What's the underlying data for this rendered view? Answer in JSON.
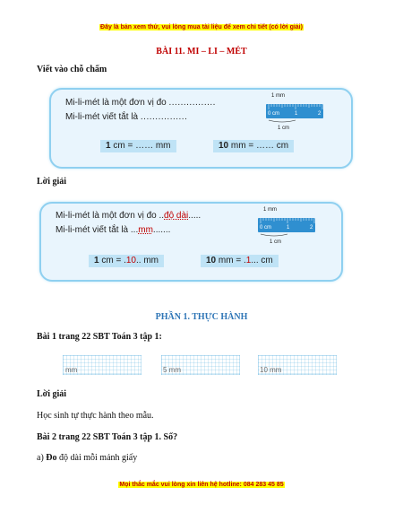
{
  "banner_top": "Đây là bản xem thử, vui lòng mua tài liệu để xem chi tiết (có lời giải)",
  "title": "BÀI 11. MI – LI – MÉT",
  "exercise_heading": "Viết vào chỗ chấm",
  "card1": {
    "line1": "Mi-li-mét là một đơn vị đo",
    "line1_dots": "................",
    "line2": "Mi-li-mét viết tắt là",
    "line2_dots": "................",
    "box1_num": "1",
    "box1_text": "cm = …… mm",
    "box2_num": "10",
    "box2_text": "mm = …… cm"
  },
  "ruler": {
    "mm_label": "1 mm",
    "cm_label": "1 cm",
    "ticks": [
      "0 cm",
      "1",
      "2"
    ]
  },
  "solution_heading_1": "Lời giải",
  "card2": {
    "line1_pre": "Mi-li-mét là một đơn vị đo ..",
    "line1_ans": "độ dài",
    "line1_post": ".....",
    "line2_pre": "Mi-li-mét viết tắt là ...",
    "line2_ans": "mm",
    "line2_post": ".......",
    "box1_num": "1",
    "box1_pre": "cm = .",
    "box1_ans": "10",
    "box1_post": ".. mm",
    "box2_num": "10",
    "box2_pre": "mm = .",
    "box2_ans": "1",
    "box2_post": "... cm"
  },
  "section_title": "PHẦN 1. THỰC HÀNH",
  "bai1_heading": "Bài 1 trang 22 SBT Toán 3 tập 1:",
  "grid_labels": [
    "mm",
    "5 mm",
    "10 mm"
  ],
  "solution_heading_2": "Lời giải",
  "bai1_solution": "Học sinh tự thực hành theo mẫu.",
  "bai2_heading": "Bài 2 trang 22 SBT Toán 3 tập 1. Số?",
  "bai2_text_a": "a)",
  "bai2_text_bold": "Đo",
  "bai2_text_rest": "độ dài mỗi mảnh giấy",
  "banner_bottom": "Mọi thắc mắc vui lòng xin liên hệ hotline: 084 283 45 85",
  "colors": {
    "title_red": "#c00000",
    "section_blue": "#2e75b6",
    "card_bg": "#e9f5fd",
    "card_border": "#8fd0f0",
    "grid_blue": "#4aa8dc",
    "banner_yellow": "#ffff00"
  }
}
